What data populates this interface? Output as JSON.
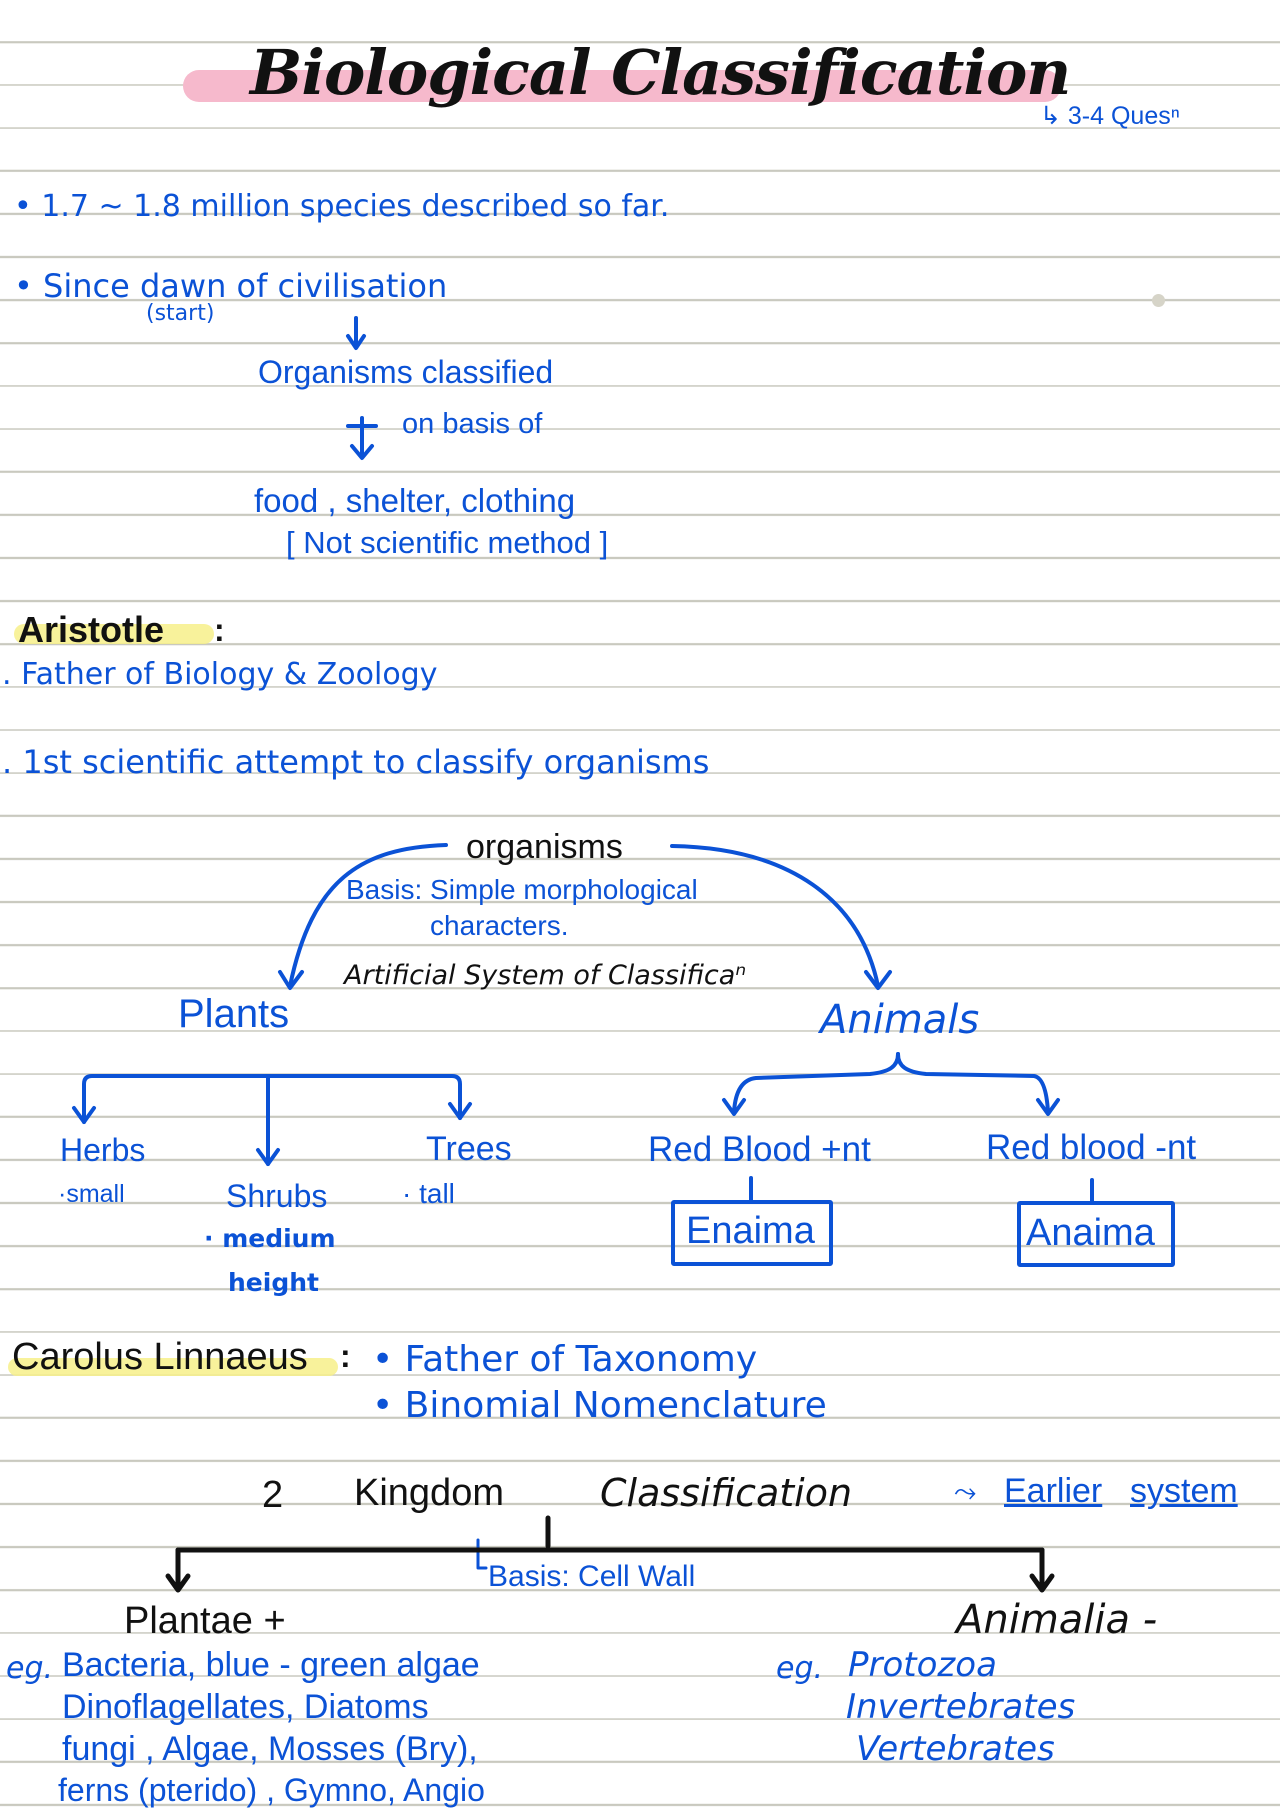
{
  "title": "Biological Classification",
  "ques_note": "↳ 3-4 Quesⁿ",
  "intro": {
    "species_line": "• 1.7 ~ 1.8  million   species  described  so  far.",
    "dawn_line": "• Since  dawn  of   civilisation",
    "dawn_note": "(start)",
    "classified": "Organisms   classified",
    "basis_of": "on basis of",
    "criteria": "food ,  shelter,   clothing",
    "not_scientific": "[ Not   scientific   method ]"
  },
  "aristotle": {
    "heading": "Aristotle",
    "colon": ":",
    "points": [
      ". Father   of   Biology   &  Zoology",
      ". 1st    scientific    attempt    to    classify   organisms"
    ],
    "diagram": {
      "root": "organisms",
      "basis_line1": "Basis: Simple  morphological",
      "basis_line2": "characters.",
      "system": "Artificial  System  of  Classificaⁿ",
      "plants": {
        "label": "Plants",
        "children": [
          {
            "name": "Herbs",
            "notes": [
              "·small"
            ]
          },
          {
            "name": "Shrubs",
            "notes": [
              "· medium",
              "height"
            ]
          },
          {
            "name": "Trees",
            "notes": [
              "· tall"
            ]
          }
        ]
      },
      "animals": {
        "label": "Animals",
        "children": [
          {
            "name": "Red  Blood  +nt",
            "box": "Enaima"
          },
          {
            "name": "Red   blood  -nt",
            "box": "Anaima"
          }
        ]
      }
    }
  },
  "linnaeus": {
    "heading": "Carolus   Linnaeus",
    "colon": ":",
    "points": [
      "• Father   of   Taxonomy",
      "• Binomial   Nomenclature"
    ]
  },
  "two_kingdom": {
    "heading_num": "2",
    "heading_word1": "Kingdom",
    "heading_word2": "Classification",
    "earlier_arrow": "⤳",
    "earlier_word1": "Earlier",
    "earlier_word2": "system",
    "basis": "Basis: Cell Wall",
    "plantae": {
      "label": "Plantae +",
      "eg": "eg.",
      "examples": [
        "Bacteria,  blue - green  algae",
        "Dinoflagellates,  Diatoms",
        "fungi ,   Algae,   Mosses (Bry),",
        "ferns (pterido) ,  Gymno,  Angio"
      ]
    },
    "animalia": {
      "label": "Animalia -",
      "eg": "eg.",
      "examples": [
        "Protozoa",
        "Invertebrates",
        "Vertebrates"
      ]
    }
  },
  "colors": {
    "ink_blue": "#0b52d6",
    "ink_black": "#111111",
    "highlight_pink": "#f6b9cc",
    "highlight_yellow": "#f7f08a",
    "rule_line": "#c9c9bf"
  }
}
